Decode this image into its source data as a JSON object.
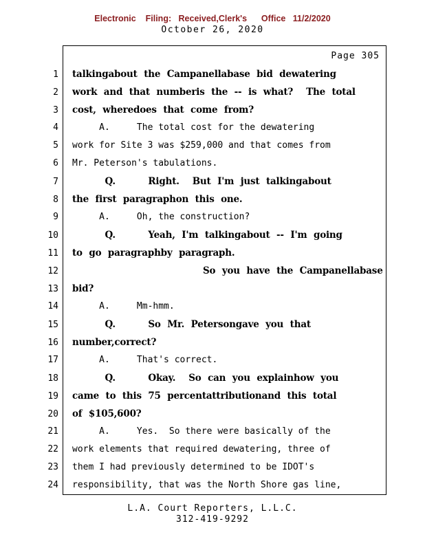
{
  "header": {
    "filing_line": "Electronic    Filing:   Received,Clerk's      Office   11/2/2020",
    "filing_color": "#8b1e20",
    "date_line": "October 26, 2020"
  },
  "transcript": {
    "page_label": "Page 305",
    "lines": [
      {
        "num": "1",
        "bold": true,
        "text": "talkingabout the Campanellabase bid dewatering"
      },
      {
        "num": "2",
        "bold": true,
        "text": "work and that numberis the -- is what?  The total"
      },
      {
        "num": "3",
        "bold": true,
        "text": "cost, wheredoes that come from?"
      },
      {
        "num": "4",
        "bold": false,
        "text": "     A.     The total cost for the dewatering"
      },
      {
        "num": "5",
        "bold": false,
        "text": "work for Site 3 was $259,000 and that comes from"
      },
      {
        "num": "6",
        "bold": false,
        "text": "Mr. Peterson's tabulations."
      },
      {
        "num": "7",
        "bold": true,
        "text": "     Q.     Right.  But I'm just talkingabout"
      },
      {
        "num": "8",
        "bold": true,
        "text": "the first paragraphon this one."
      },
      {
        "num": "9",
        "bold": false,
        "text": "     A.     Oh, the construction?"
      },
      {
        "num": "10",
        "bold": true,
        "text": "     Q.     Yeah, I'm talkingabout -- I'm going"
      },
      {
        "num": "11",
        "bold": true,
        "text": "to go paragraphby paragraph."
      },
      {
        "num": "12",
        "bold": true,
        "text": "                    So you have the Campanellabase"
      },
      {
        "num": "13",
        "bold": true,
        "text": "bid?"
      },
      {
        "num": "14",
        "bold": false,
        "text": "     A.     Mm-hmm."
      },
      {
        "num": "15",
        "bold": true,
        "text": "     Q.     So Mr. Petersongave you that"
      },
      {
        "num": "16",
        "bold": true,
        "text": "number,correct?"
      },
      {
        "num": "17",
        "bold": false,
        "text": "     A.     That's correct."
      },
      {
        "num": "18",
        "bold": true,
        "text": "     Q.     Okay.  So can you explainhow you"
      },
      {
        "num": "19",
        "bold": true,
        "text": "came to this 75 percentattributionand this total"
      },
      {
        "num": "20",
        "bold": true,
        "text": "of $105,600?"
      },
      {
        "num": "21",
        "bold": false,
        "text": "     A.     Yes.  So there were basically of the"
      },
      {
        "num": "22",
        "bold": false,
        "text": "work elements that required dewatering, three of"
      },
      {
        "num": "23",
        "bold": false,
        "text": "them I had previously determined to be IDOT's"
      },
      {
        "num": "24",
        "bold": false,
        "text": "responsibility, that was the North Shore gas line,"
      }
    ]
  },
  "footer": {
    "company": "L.A. Court Reporters, L.L.C.",
    "phone": "312-419-9292"
  }
}
